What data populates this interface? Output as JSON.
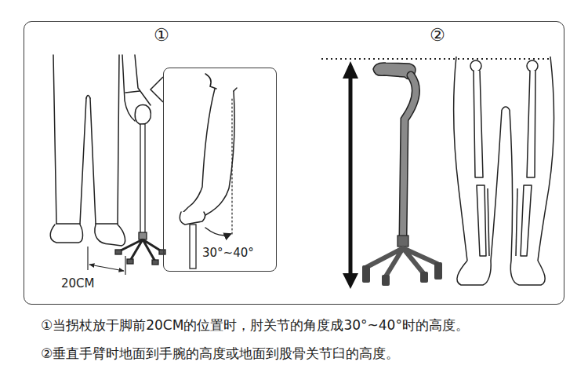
{
  "diagram": {
    "nodes": [
      {
        "text": [
          "①",
          "②"
        ]
      },
      {
        "text": [
          "30°~40°"
        ],
        "in": 0
      }
    ],
    "labels": [
      "20CM",
      "①当拐杖放于脚前20CM的位置时，肘关节的角度成30°~40°时的高度。",
      "②垂直手臂时地面到手腕的高度或地面到股骨关节臼的高度。"
    ]
  }
}
